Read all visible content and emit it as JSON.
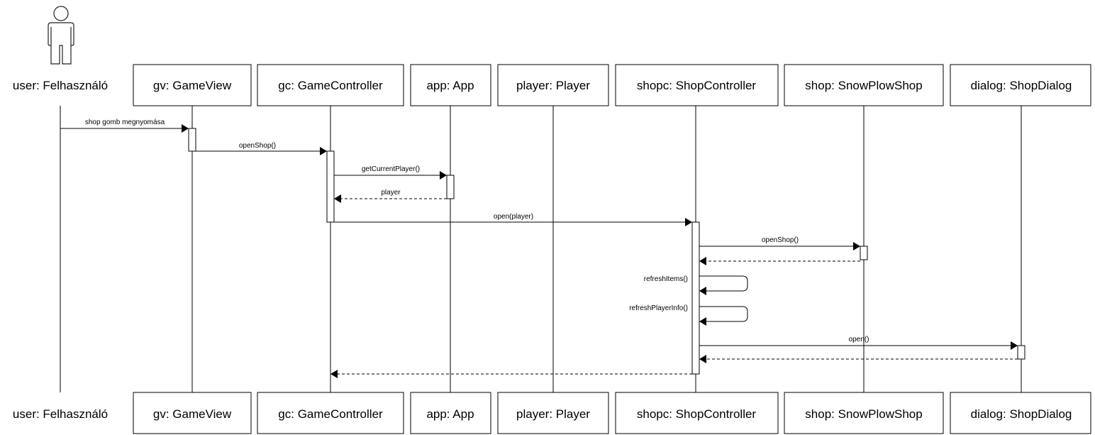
{
  "actor": {
    "label": "user: Felhasználó",
    "icon": "user-actor-icon"
  },
  "participants": [
    "gv: GameView",
    "gc: GameController",
    "app: App",
    "player: Player",
    "shopc: ShopController",
    "shop: SnowPlowShop",
    "dialog: ShopDialog"
  ],
  "messages": [
    {
      "label": "shop gomb megnyomása",
      "kind": "call"
    },
    {
      "label": "openShop()",
      "kind": "call"
    },
    {
      "label": "getCurrentPlayer()",
      "kind": "call"
    },
    {
      "label": "player",
      "kind": "return"
    },
    {
      "label": "open(player)",
      "kind": "call"
    },
    {
      "label": "openShop()",
      "kind": "call"
    },
    {
      "label": "",
      "kind": "return"
    },
    {
      "label": "refreshItems()",
      "kind": "self"
    },
    {
      "label": "refreshPlayerInfo()",
      "kind": "self"
    },
    {
      "label": "open()",
      "kind": "call"
    },
    {
      "label": "",
      "kind": "return"
    },
    {
      "label": "",
      "kind": "return"
    }
  ]
}
